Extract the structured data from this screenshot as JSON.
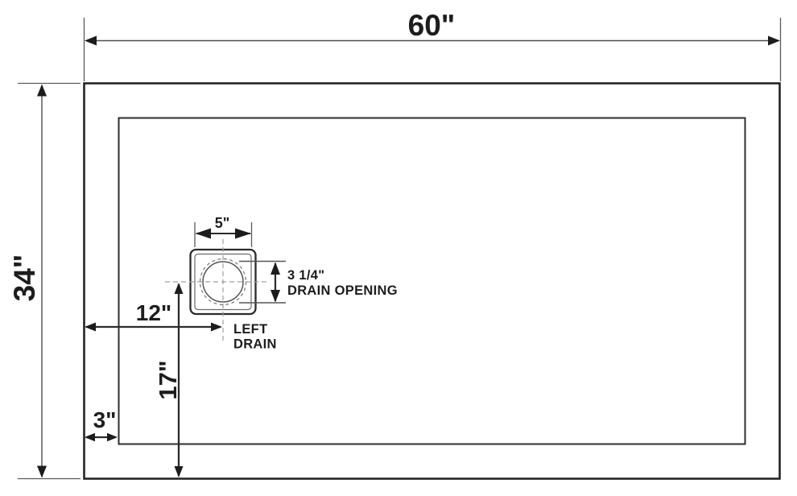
{
  "drawing_type": "shower-base-top-view-technical-drawing",
  "labels": {
    "overall_width": "60\"",
    "overall_depth": "34\"",
    "drain_offset_from_left": "12\"",
    "drain_offset_to_bottom": "17\"",
    "ledge_inset": "3\"",
    "drain_flange_width": "5\"",
    "drain_opening_size": "3 1/4\"",
    "drain_opening_caption": "DRAIN OPENING",
    "drain_location_line1": "LEFT",
    "drain_location_line2": "DRAIN"
  },
  "colors": {
    "background": "#ffffff",
    "outline": "#242424",
    "dimension_line": "#4f4f4f",
    "bold_dimension_line": "#2b2b2b",
    "centerline": "#a0a0a0",
    "text": "#1d1d1d"
  }
}
